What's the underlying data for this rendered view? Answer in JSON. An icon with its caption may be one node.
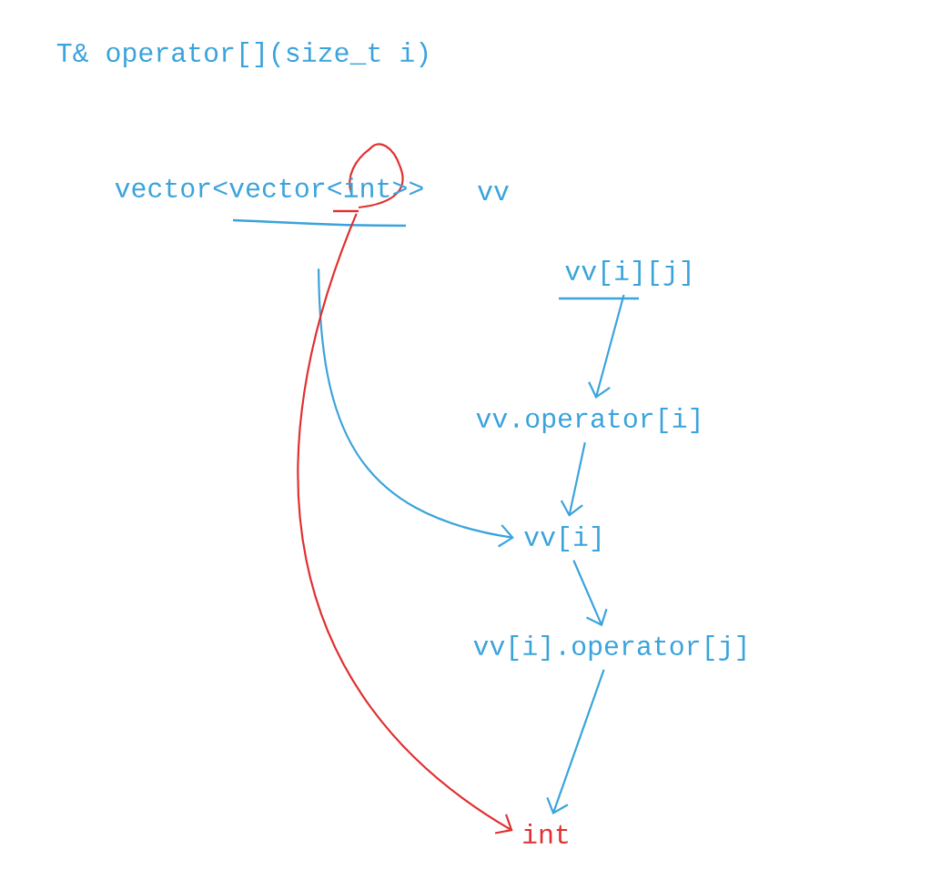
{
  "diagram": {
    "nodes": [
      {
        "text": [
          "vector<vector<int>>"
        ]
      },
      {
        "text": [
          "vv[i][j]"
        ]
      },
      {
        "text": [
          "vv.operator[i]"
        ]
      },
      {
        "text": [
          "vv[i]"
        ]
      },
      {
        "text": [
          "vv[i].operator[j]"
        ]
      },
      {
        "text": [
          "int"
        ]
      }
    ],
    "edges": [
      {
        "from": 1,
        "to": 2,
        "arrow": "to"
      },
      {
        "from": 2,
        "to": 3,
        "arrow": "to"
      },
      {
        "from": 3,
        "to": 4,
        "arrow": "to"
      },
      {
        "from": 4,
        "to": 5,
        "arrow": "to"
      },
      {
        "from": 0,
        "to": 3,
        "arrow": "to"
      },
      {
        "from": 0,
        "to": 5,
        "arrow": "to",
        "color": "#e03030"
      }
    ],
    "labels": [
      "T& operator[](size_t i)",
      "vv"
    ]
  }
}
